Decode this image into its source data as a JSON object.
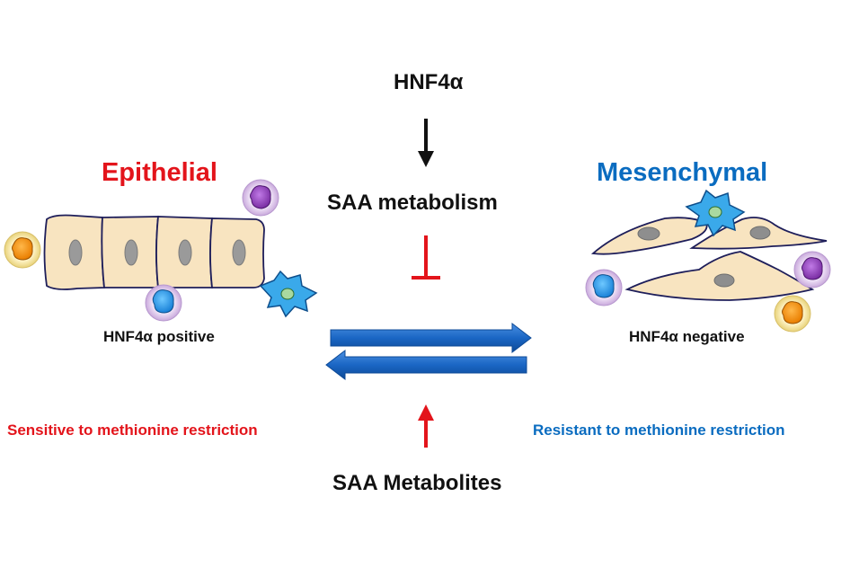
{
  "labels": {
    "top_regulator": "HNF4α",
    "center_process": "SAA metabolism",
    "bottom_input": "SAA Metabolites",
    "left_state": "Epithelial",
    "right_state": "Mesenchymal",
    "left_marker": "HNF4α positive",
    "right_marker": "HNF4α negative",
    "left_phenotype": "Sensitive to methionine restriction",
    "right_phenotype": "Resistant to methionine restriction"
  },
  "colors": {
    "epithelial_red": "#e3141b",
    "mesenchymal_blue": "#0a6cc0",
    "arrow_black": "#111111",
    "inhibit_red": "#e3141b",
    "transition_arrow_blue": "#1a66c4",
    "cell_fill": "#f8e4c0",
    "nucleus_grey": "#8e8e8e"
  }
}
